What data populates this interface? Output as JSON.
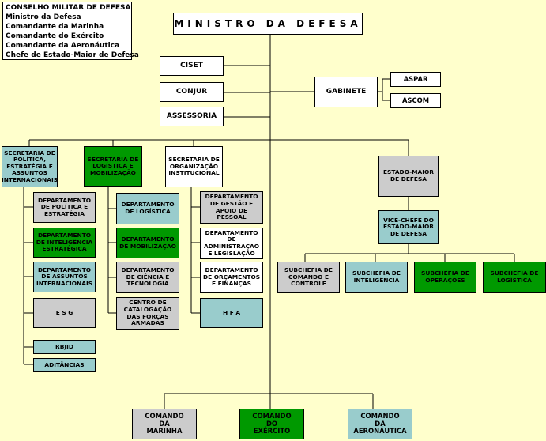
{
  "council": {
    "title": "CONSELHO MILITAR DE DEFESA",
    "members": [
      "Ministro da Defesa",
      "Comandante da Marinha",
      "Comandante do Exército",
      "Comandante da Aeronáutica",
      "Chefe de Estado-Maior de Defesa"
    ]
  },
  "minister": "MINISTRO  DA  DEFESA",
  "advisory": {
    "ciset": "CISET",
    "conjur": "CONJUR",
    "assessoria": "ASSESSORIA"
  },
  "cabinet": {
    "label": "GABINETE",
    "aspar": "ASPAR",
    "ascom": "ASCOM"
  },
  "secretariats": {
    "spe": {
      "label": "SECRETARIA DE\nPOLÍTICA,\nESTRATÉGIA E\nASSUNTOS\nINTERNACIONAIS",
      "units": [
        "DEPARTAMENTO\nDE POLÍTICA E\nESTRATÉGIA",
        "DEPARTAMENTO\nDE  INTELIGÊNCIA\nESTRATÉGICA",
        "DEPARTAMENTO\nDE  ASSUNTOS\nINTERNACIONAIS",
        "E S G",
        "RBJID",
        "ADITÂNCIAS"
      ]
    },
    "slm": {
      "label": "SECRETARIA DE\nLOGÍSTICA E\nMOBILIZAÇÃO",
      "units": [
        "DEPARTAMENTO\nDE LOGÍSTICA",
        "DEPARTAMENTO\nDE MOBILIZAÇÃO",
        "DEPARTAMENTO\nDE  CIÊNCIA  E\nTECNOLOGIA",
        "CENTRO DE\nCATALOGAÇÃO\nDAS FORÇAS\nARMADAS"
      ]
    },
    "soi": {
      "label": "SECRETARIA DE\nORGANIZAÇÃO\nINSTITUCIONAL",
      "units": [
        "DEPARTAMENTO\nDE GESTÃO E\nAPOIO DE\nPESSOAL",
        "DEPARTAMENTO DE\nADMINISTRAÇÃO\nE LEGISLAÇÃO",
        "DEPARTAMENTO\nDE  ORÇAMENTOS\nE FINANÇAS",
        "H F A"
      ]
    }
  },
  "staff": {
    "label": "ESTADO-MAIOR\nDE DEFESA",
    "vice": "VICE-CHEFE DO\nESTADO-MAIOR\nDE DEFESA",
    "subchiefs": [
      "SUBCHEFIA DE\nCOMANDO E\nCONTROLE",
      "SUBCHEFIA DE\nINTELIGÊNCIA",
      "SUBCHEFIA DE\nOPERAÇÕES",
      "SUBCHEFIA DE\nLOGÍSTICA"
    ]
  },
  "commands": [
    "COMANDO\nDA\nMARINHA",
    "COMANDO\nDO\nEXÉRCITO",
    "COMANDO\nDA\nAERONÁUTICA"
  ],
  "colors": {
    "background": "#ffffcc",
    "gray": "#cccccc",
    "teal": "#99cccc",
    "green": "#009900",
    "white": "#ffffff"
  }
}
